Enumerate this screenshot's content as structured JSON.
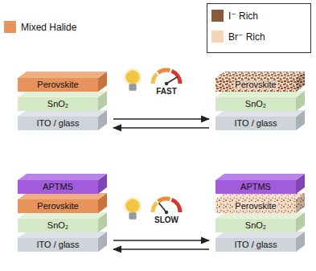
{
  "diagram": {
    "nodes": [
      {
        "text": [
          "Perovskite"
        ]
      },
      {
        "text": [
          "SnO₂"
        ]
      },
      {
        "text": [
          "ITO / glass"
        ]
      },
      {
        "text": [
          "Perovskite"
        ]
      },
      {
        "text": [
          "SnO₂"
        ]
      },
      {
        "text": [
          "ITO / glass"
        ]
      },
      {
        "text": [
          "APTMS"
        ]
      },
      {
        "text": [
          "Perovskite"
        ]
      },
      {
        "text": [
          "SnO₂"
        ]
      },
      {
        "text": [
          "ITO / glass"
        ]
      },
      {
        "text": [
          "APTMS"
        ]
      },
      {
        "text": [
          "Perovskite"
        ]
      },
      {
        "text": [
          "SnO₂"
        ]
      },
      {
        "text": [
          "ITO / glass"
        ]
      }
    ],
    "edges": [
      {
        "from": 2,
        "to": 5,
        "arrow": "to"
      },
      {
        "from": 5,
        "to": 2,
        "arrow": "to"
      },
      {
        "from": 9,
        "to": 13,
        "arrow": "to"
      },
      {
        "from": 13,
        "to": 9,
        "arrow": "to"
      }
    ],
    "labels": [
      "FAST",
      "SLOW"
    ],
    "legend": [
      {
        "text": "Mixed Halide",
        "color": "#E8925C"
      },
      {
        "text": "I⁻ Rich",
        "color": "#8B5A3C"
      },
      {
        "text": "Br⁻ Rich",
        "color": "#F3D5BC"
      }
    ]
  }
}
